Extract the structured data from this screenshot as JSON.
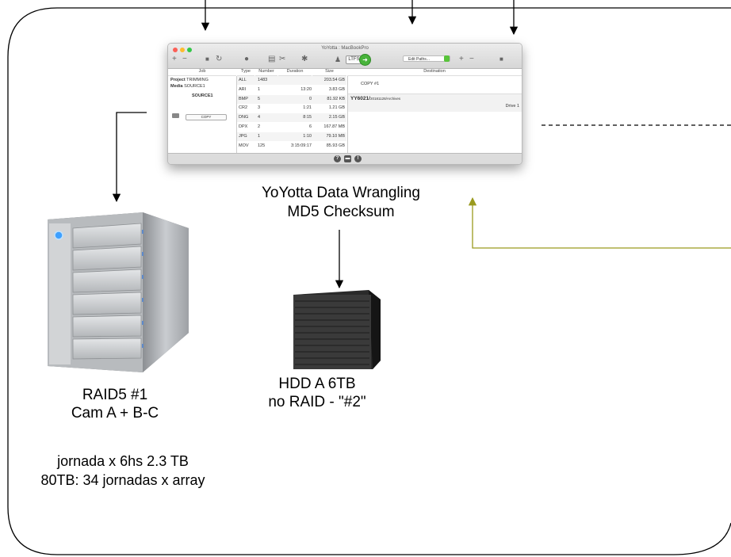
{
  "labels": {
    "yoyotta_line1": "YoYotta Data Wrangling",
    "yoyotta_line2": "MD5 Checksum",
    "hdd_line1": "HDD A 6TB",
    "hdd_line2": "no RAID - \"#2\"",
    "raid_line1": "RAID5 #1",
    "raid_line2": "Cam A + B-C",
    "jornada_line1": "jornada x 6hs 2.3 TB",
    "jornada_line2": "80TB: 34 jornadas x array"
  },
  "app": {
    "window_title": "YoYotta : MacBookPro",
    "ltfs_label": "LTFS",
    "edit_paths": "Edit Paths...",
    "headers": {
      "job": "Job",
      "type": "Type",
      "number": "Number",
      "duration": "Duration",
      "size": "Size",
      "destination": "Destination"
    },
    "job": {
      "project_label": "Project",
      "project_value": "TRIMMING",
      "media_label": "Media",
      "media_value": "SOURCE1",
      "source": "SOURCE1",
      "copy_button": "COPY"
    },
    "rows": [
      {
        "type": "ALL",
        "number": "1483",
        "duration": "",
        "size": "203.54 GB"
      },
      {
        "type": "ARI",
        "number": "1",
        "duration": "13:20",
        "size": "3.83 GB"
      },
      {
        "type": "BMP",
        "number": "5",
        "duration": "0",
        "size": "81.92 KB"
      },
      {
        "type": "CR2",
        "number": "3",
        "duration": "1:21",
        "size": "1.21 GB"
      },
      {
        "type": "DNG",
        "number": "4",
        "duration": "8:15",
        "size": "2.15 GB"
      },
      {
        "type": "DPX",
        "number": "2",
        "duration": "6",
        "size": "167.87 MB"
      },
      {
        "type": "JPG",
        "number": "1",
        "duration": "1:10",
        "size": "79.10 MB"
      },
      {
        "type": "MOV",
        "number": "125",
        "duration": "3:15:09:17",
        "size": "85.93 GB"
      }
    ],
    "destination": {
      "copy_label": "COPY #1",
      "path_bold": "YY6021/",
      "path_rest": "20181128/Archives",
      "drive": "Drive 1"
    }
  },
  "colors": {
    "olive_arrow": "#9a9a1e",
    "line": "#000000"
  }
}
